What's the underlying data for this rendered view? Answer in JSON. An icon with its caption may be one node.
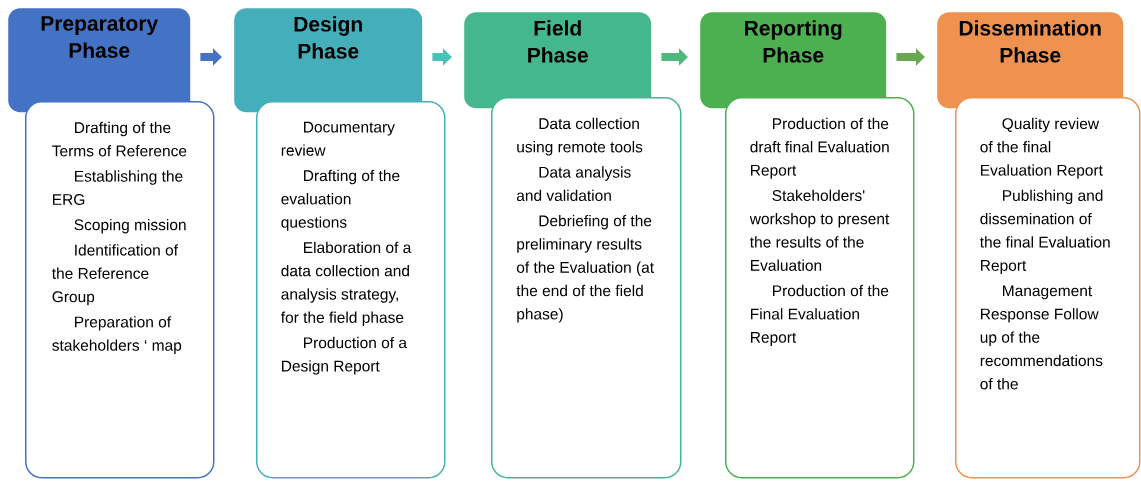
{
  "diagram": {
    "nodes": [
      {
        "text": [
          "Preparatory Phase"
        ]
      },
      {
        "text": [
          "Drafting of the Terms of Reference",
          "Establishing the ERG",
          "Scoping mission",
          "Identification of the Reference Group",
          "Preparation of stakeholders ‘ map"
        ]
      },
      {
        "text": [
          "Design Phase"
        ]
      },
      {
        "text": [
          "Documentary review",
          "Drafting of the evaluation questions",
          "Elaboration of a data collection and analysis strategy, for the field phase",
          "Production of a Design Report"
        ]
      },
      {
        "text": [
          "Field Phase"
        ]
      },
      {
        "text": [
          "Data collection using remote tools",
          "Data analysis and validation",
          "Debriefing of the preliminary results of the Evaluation (at the end of the field phase)"
        ]
      },
      {
        "text": [
          "Reporting Phase"
        ]
      },
      {
        "text": [
          "Production of the draft final Evaluation Report",
          "Stakeholders' workshop to present the results of the Evaluation",
          "Production of the Final Evaluation Report"
        ]
      },
      {
        "text": [
          "Dissemination Phase"
        ]
      },
      {
        "text": [
          "Quality review of the final Evaluation Report",
          "Publishing and dissemination of the final Evaluation Report",
          "Management Response Follow up of the recommendations of the"
        ]
      }
    ],
    "edges": [
      {
        "from": 0,
        "to": 2,
        "arrow": "to",
        "color": "#4472c4"
      },
      {
        "from": 2,
        "to": 4,
        "arrow": "to",
        "color": "#4cc3b9"
      },
      {
        "from": 4,
        "to": 6,
        "arrow": "to",
        "color": "#4cba7a"
      },
      {
        "from": 6,
        "to": 8,
        "arrow": "to",
        "color": "#6aa84f"
      }
    ]
  }
}
